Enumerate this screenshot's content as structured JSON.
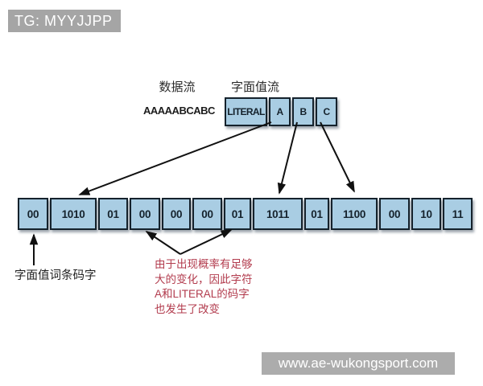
{
  "header": {
    "title": "TG: MYYJJPP"
  },
  "watermark": {
    "url_text": "www.ae-wukongsport.com"
  },
  "diagram": {
    "data_stream": {
      "label": "数据流",
      "value": "AAAAABCABC"
    },
    "literal_stream": {
      "label": "字面值流",
      "tokens": [
        "LITERAL",
        "A",
        "B",
        "C"
      ]
    },
    "bit_cells": [
      "00",
      "1010",
      "01",
      "00",
      "00",
      "00",
      "01",
      "1011",
      "01",
      "1100",
      "00",
      "10",
      "11"
    ],
    "codeword_pointer_label": "字面值词条码字",
    "annotation": "由于出现概率有足够\n大的变化，因此字符\nA和LITERAL的码字\n也发生了改变",
    "colors": {
      "box_fill": "#a9cde3",
      "box_border": "#15222c",
      "annotation_red": "#b23b4d",
      "watermark_gray": "#a5a5a5"
    }
  }
}
